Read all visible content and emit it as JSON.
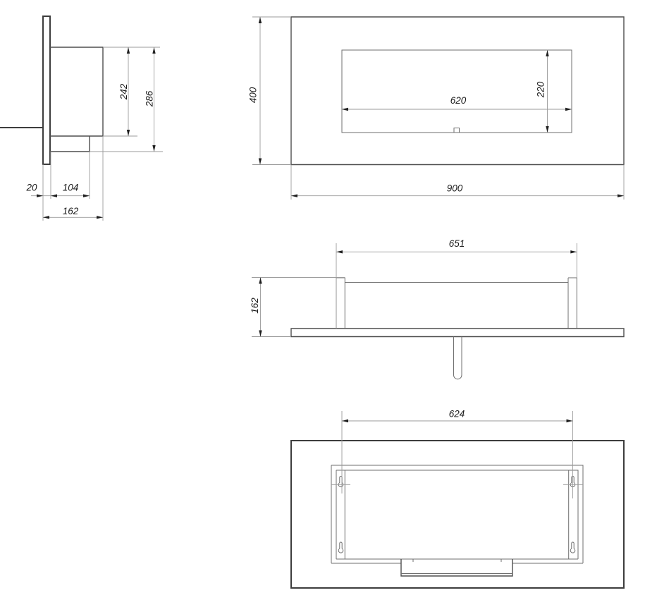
{
  "drawing": {
    "views": {
      "side": {
        "dims": {
          "inner_height": "242",
          "overall_height": "286",
          "front_lip": "20",
          "inner_depth": "104",
          "overall_depth": "162"
        }
      },
      "front": {
        "dims": {
          "height": "400",
          "opening_width": "620",
          "opening_height": "220",
          "overall_width": "900"
        }
      },
      "section": {
        "dims": {
          "inner_width": "651",
          "depth": "162"
        }
      },
      "rear": {
        "dims": {
          "mount_spacing": "624"
        }
      }
    }
  }
}
